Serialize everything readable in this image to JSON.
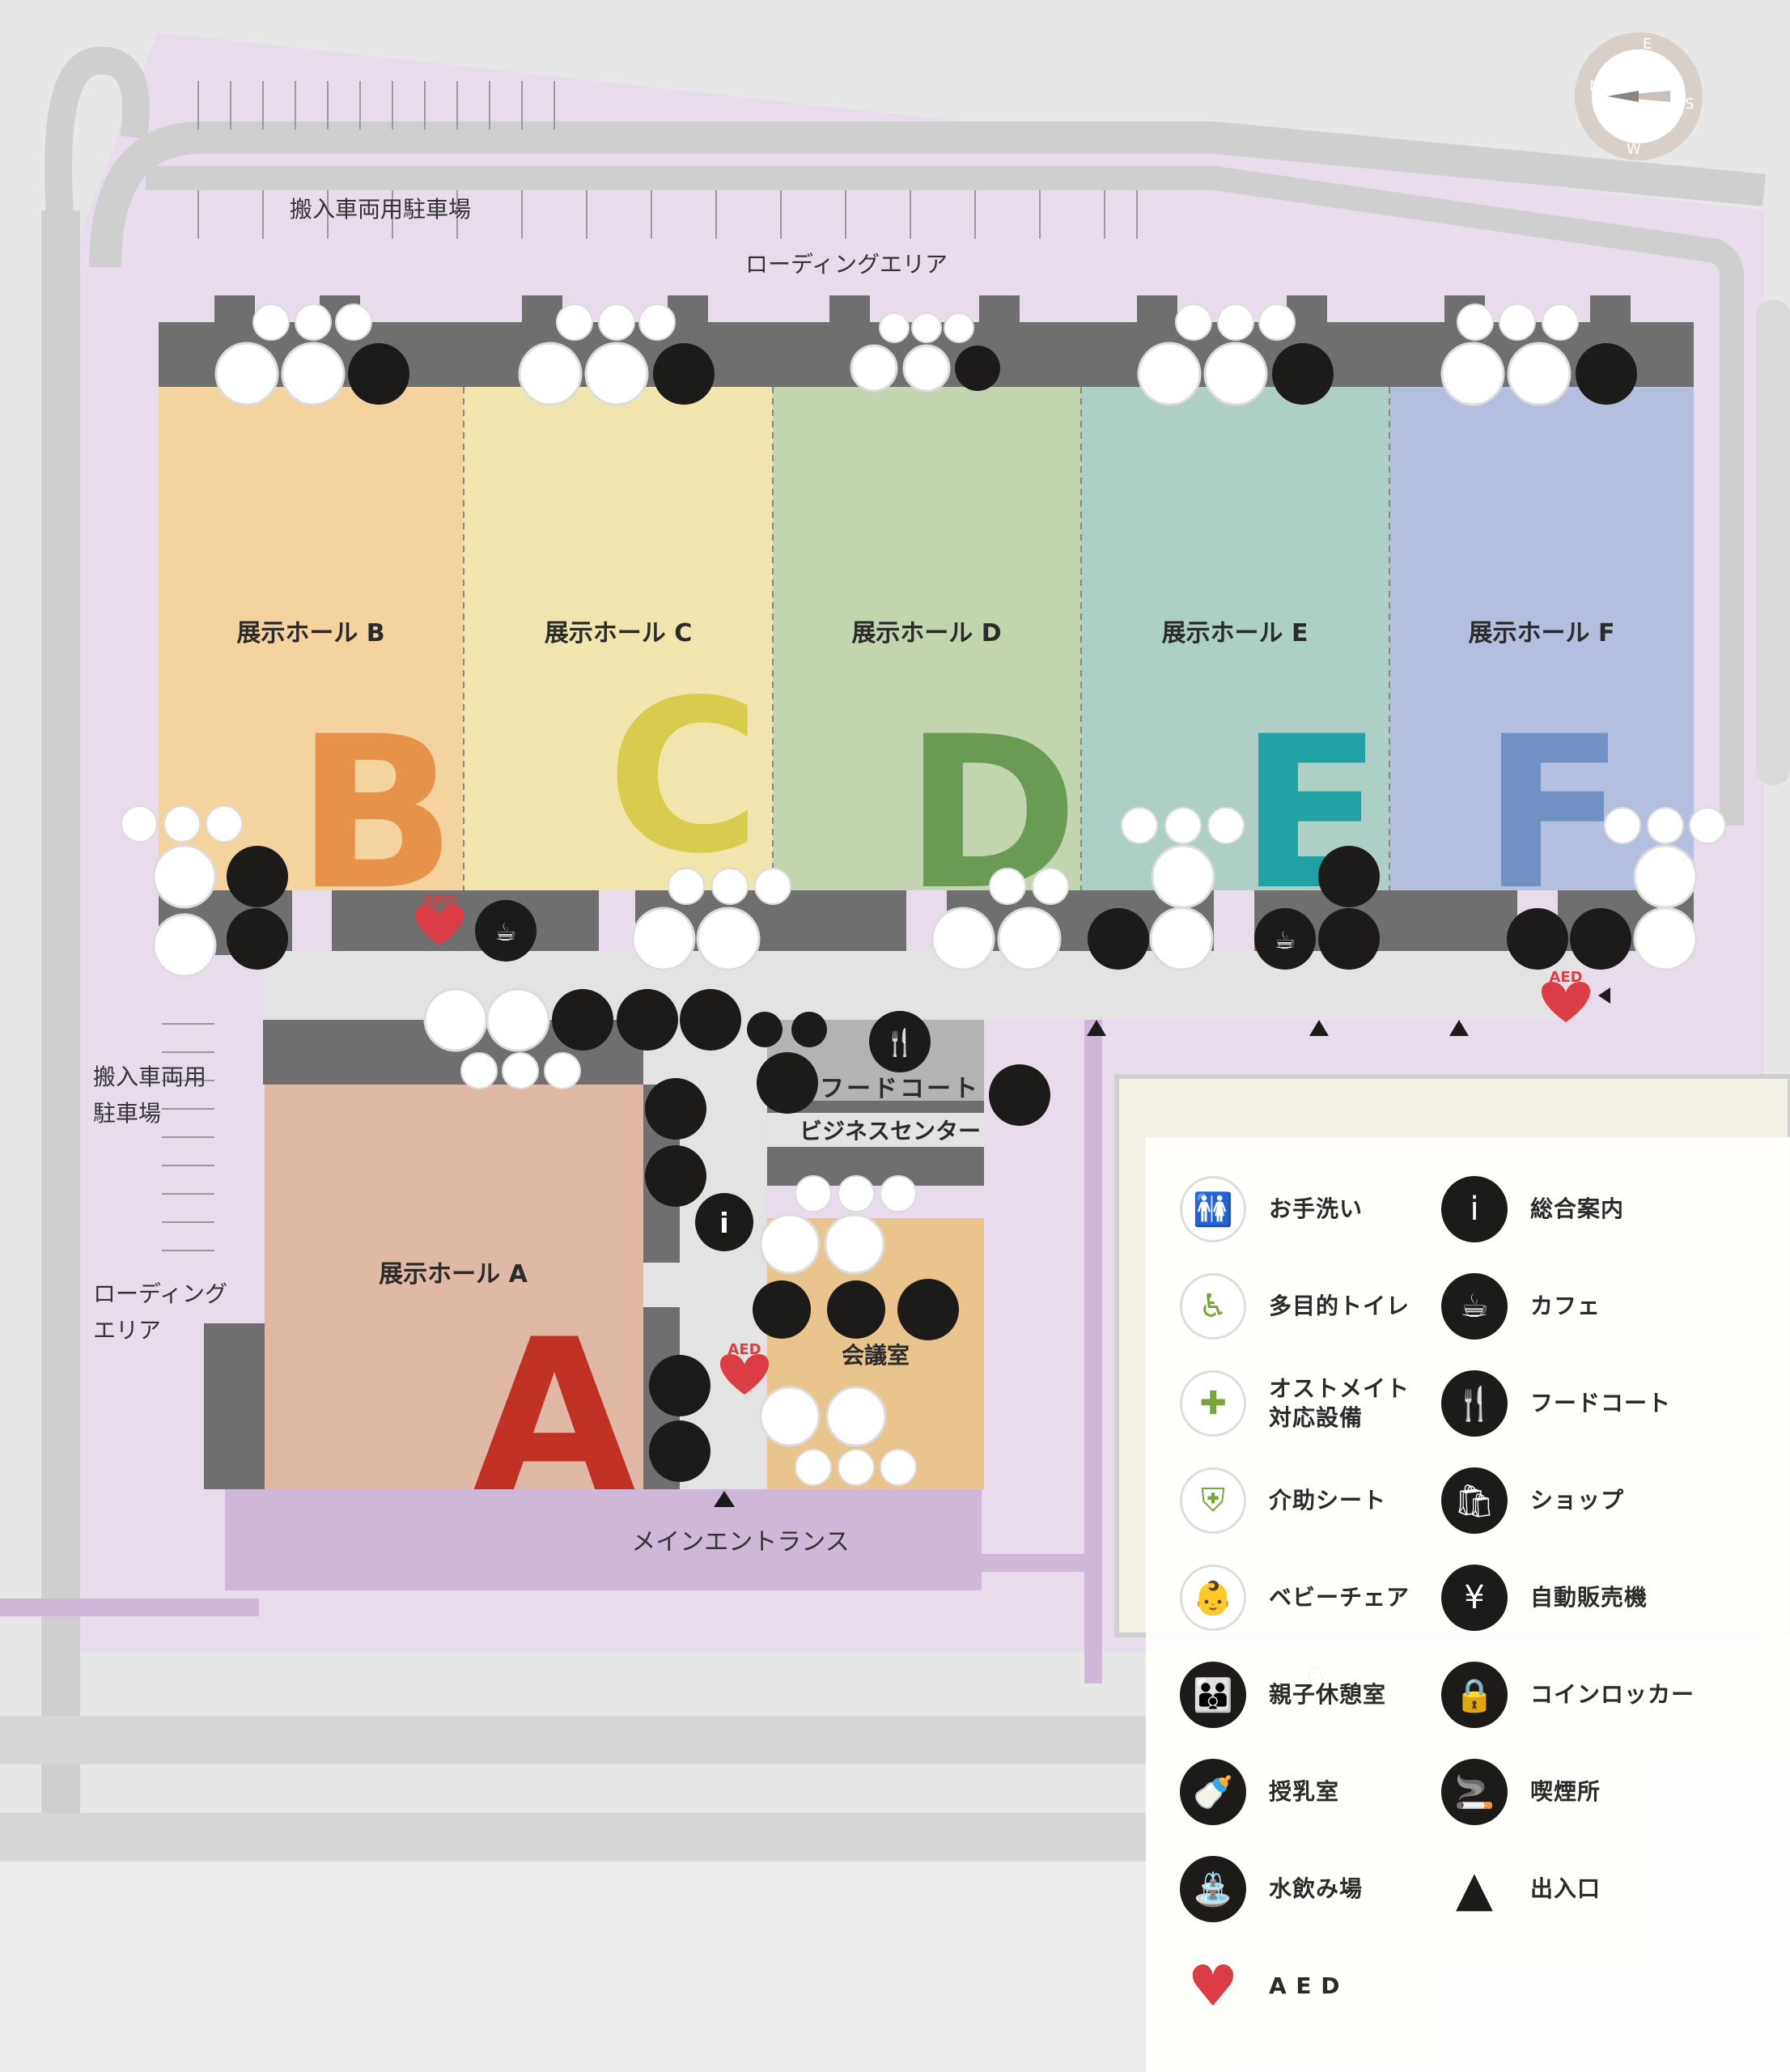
{
  "labels": {
    "parking_north": "搬入車両用駐車場",
    "loading_north": "ローディングエリア",
    "parking_west_1": "搬入車両用",
    "parking_west_2": "駐車場",
    "loading_west_1": "ローディング",
    "loading_west_2": "エリア",
    "main_entrance": "メインエントランス",
    "food_court": "フードコート",
    "business_center": "ビジネスセンター",
    "meeting_room": "会議室",
    "aed": "AED",
    "ev": "EV"
  },
  "halls": [
    {
      "id": "B",
      "name": "展示ホール B",
      "letter": "B",
      "fill": "#f4d39e",
      "letter_color": "#e6924a"
    },
    {
      "id": "C",
      "name": "展示ホール C",
      "letter": "C",
      "fill": "#f0e6ad",
      "letter_color": "#d8cc4e"
    },
    {
      "id": "D",
      "name": "展示ホール D",
      "letter": "D",
      "fill": "#c2d5ae",
      "letter_color": "#6a9b53"
    },
    {
      "id": "E",
      "name": "展示ホール E",
      "letter": "E",
      "fill": "#aecfc6",
      "letter_color": "#21a1a3"
    },
    {
      "id": "F",
      "name": "展示ホール F",
      "letter": "F",
      "fill": "#b4bfe0",
      "letter_color": "#7191c5"
    },
    {
      "id": "A",
      "name": "展示ホール A",
      "letter": "A",
      "fill": "#e0b8a6",
      "letter_color": "#c03124"
    }
  ],
  "compass": {
    "n": "N",
    "e": "E",
    "s": "S",
    "w": "W"
  },
  "colors": {
    "ground": "#e7e7e7",
    "site": "#e8dcec",
    "building_gray": "#6f6f6f",
    "corridor": "#e3e3e3",
    "entrance": "#cfb7d8",
    "meeting": "#e9c48c",
    "dark_icon": "#1d1a1a",
    "green_icon": "#78a63b",
    "red_aed": "#dc3d45"
  },
  "legend": [
    {
      "icon": "toilet-icon",
      "style": "light",
      "glyph": "🚻",
      "label": "お手洗い"
    },
    {
      "icon": "info-icon",
      "style": "dark",
      "glyph": "i",
      "label": "総合案内"
    },
    {
      "icon": "wheelchair-icon",
      "style": "light",
      "glyph": "♿",
      "label": "多目的トイレ"
    },
    {
      "icon": "cafe-icon",
      "style": "dark",
      "glyph": "☕",
      "label": "カフェ"
    },
    {
      "icon": "ostomate-icon",
      "style": "light",
      "glyph": "✚",
      "label": "オストメイト\n対応設備"
    },
    {
      "icon": "food-court-icon",
      "style": "dark",
      "glyph": "🍴",
      "label": "フードコート"
    },
    {
      "icon": "care-seat-icon",
      "style": "light",
      "glyph": "⛨",
      "label": "介助シート"
    },
    {
      "icon": "shop-icon",
      "style": "dark",
      "glyph": "🛍",
      "label": "ショップ"
    },
    {
      "icon": "baby-chair-icon",
      "style": "light",
      "glyph": "👶",
      "label": "ベビーチェア"
    },
    {
      "icon": "vending-machine-icon",
      "style": "dark",
      "glyph": "¥",
      "label": "自動販売機"
    },
    {
      "icon": "family-room-icon",
      "style": "dark",
      "glyph": "👪",
      "label": "親子休憩室"
    },
    {
      "icon": "coin-locker-icon",
      "style": "dark",
      "glyph": "🔒",
      "label": "コインロッカー"
    },
    {
      "icon": "nursing-room-icon",
      "style": "dark",
      "glyph": "🍼",
      "label": "授乳室"
    },
    {
      "icon": "smoking-icon",
      "style": "dark",
      "glyph": "🚬",
      "label": "喫煙所"
    },
    {
      "icon": "water-fountain-icon",
      "style": "dark",
      "glyph": "⛲",
      "label": "水飲み場"
    },
    {
      "icon": "entrance-triangle-icon",
      "style": "none",
      "glyph": "▲",
      "label": "出入口"
    },
    {
      "icon": "aed-icon",
      "style": "none",
      "glyph": "♥",
      "label": "A E D"
    }
  ]
}
